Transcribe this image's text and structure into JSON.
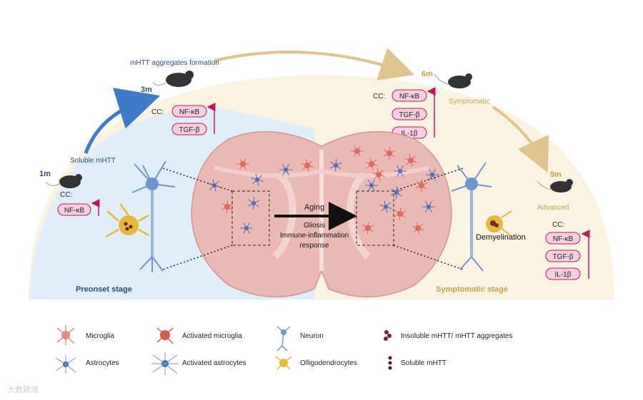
{
  "timeline": {
    "label_1m": "1m",
    "label_3m": "3m",
    "label_6m": "6m",
    "label_9m": "9m",
    "soluble": "Soluble mHTT",
    "aggregates_formation": "mHTT aggregates formation",
    "symptomatic": "Symptomatic",
    "advanced": "Advanced"
  },
  "cc": {
    "label": "CC:",
    "nfkb": "NF-κB",
    "tgfb": "TGF-β",
    "il1b": "IL-1β"
  },
  "center": {
    "aging": "Aging",
    "gliosis": "Gliosis",
    "immune": "Immune-inflammation",
    "response": "response"
  },
  "stages": {
    "preonset": "Preonset stage",
    "symptomatic": "Symptomatic stage",
    "demyelination": "Demyelination"
  },
  "legend": {
    "microglia": "Microglia",
    "activated_microglia": "Activated microglia",
    "neuron": "Neuron",
    "insoluble": "Insoluble mHTT/ mHTT aggregates",
    "astrocytes": "Astrocytes",
    "activated_astrocytes": "Activated astrocytes",
    "oligodendrocytes": "Olligodendrocytes",
    "soluble": "Soluble mHTT"
  },
  "watermark": "大数跨境",
  "colors": {
    "blue_text": "#2b4c8c",
    "gold_text": "#c9a24a",
    "magenta": "#c2185b",
    "pill_fill": "#f6cfe0",
    "brain": "#e9b9b4",
    "preonset_bg": "#dfeef8",
    "symptomatic_bg": "#fbf3e2"
  }
}
